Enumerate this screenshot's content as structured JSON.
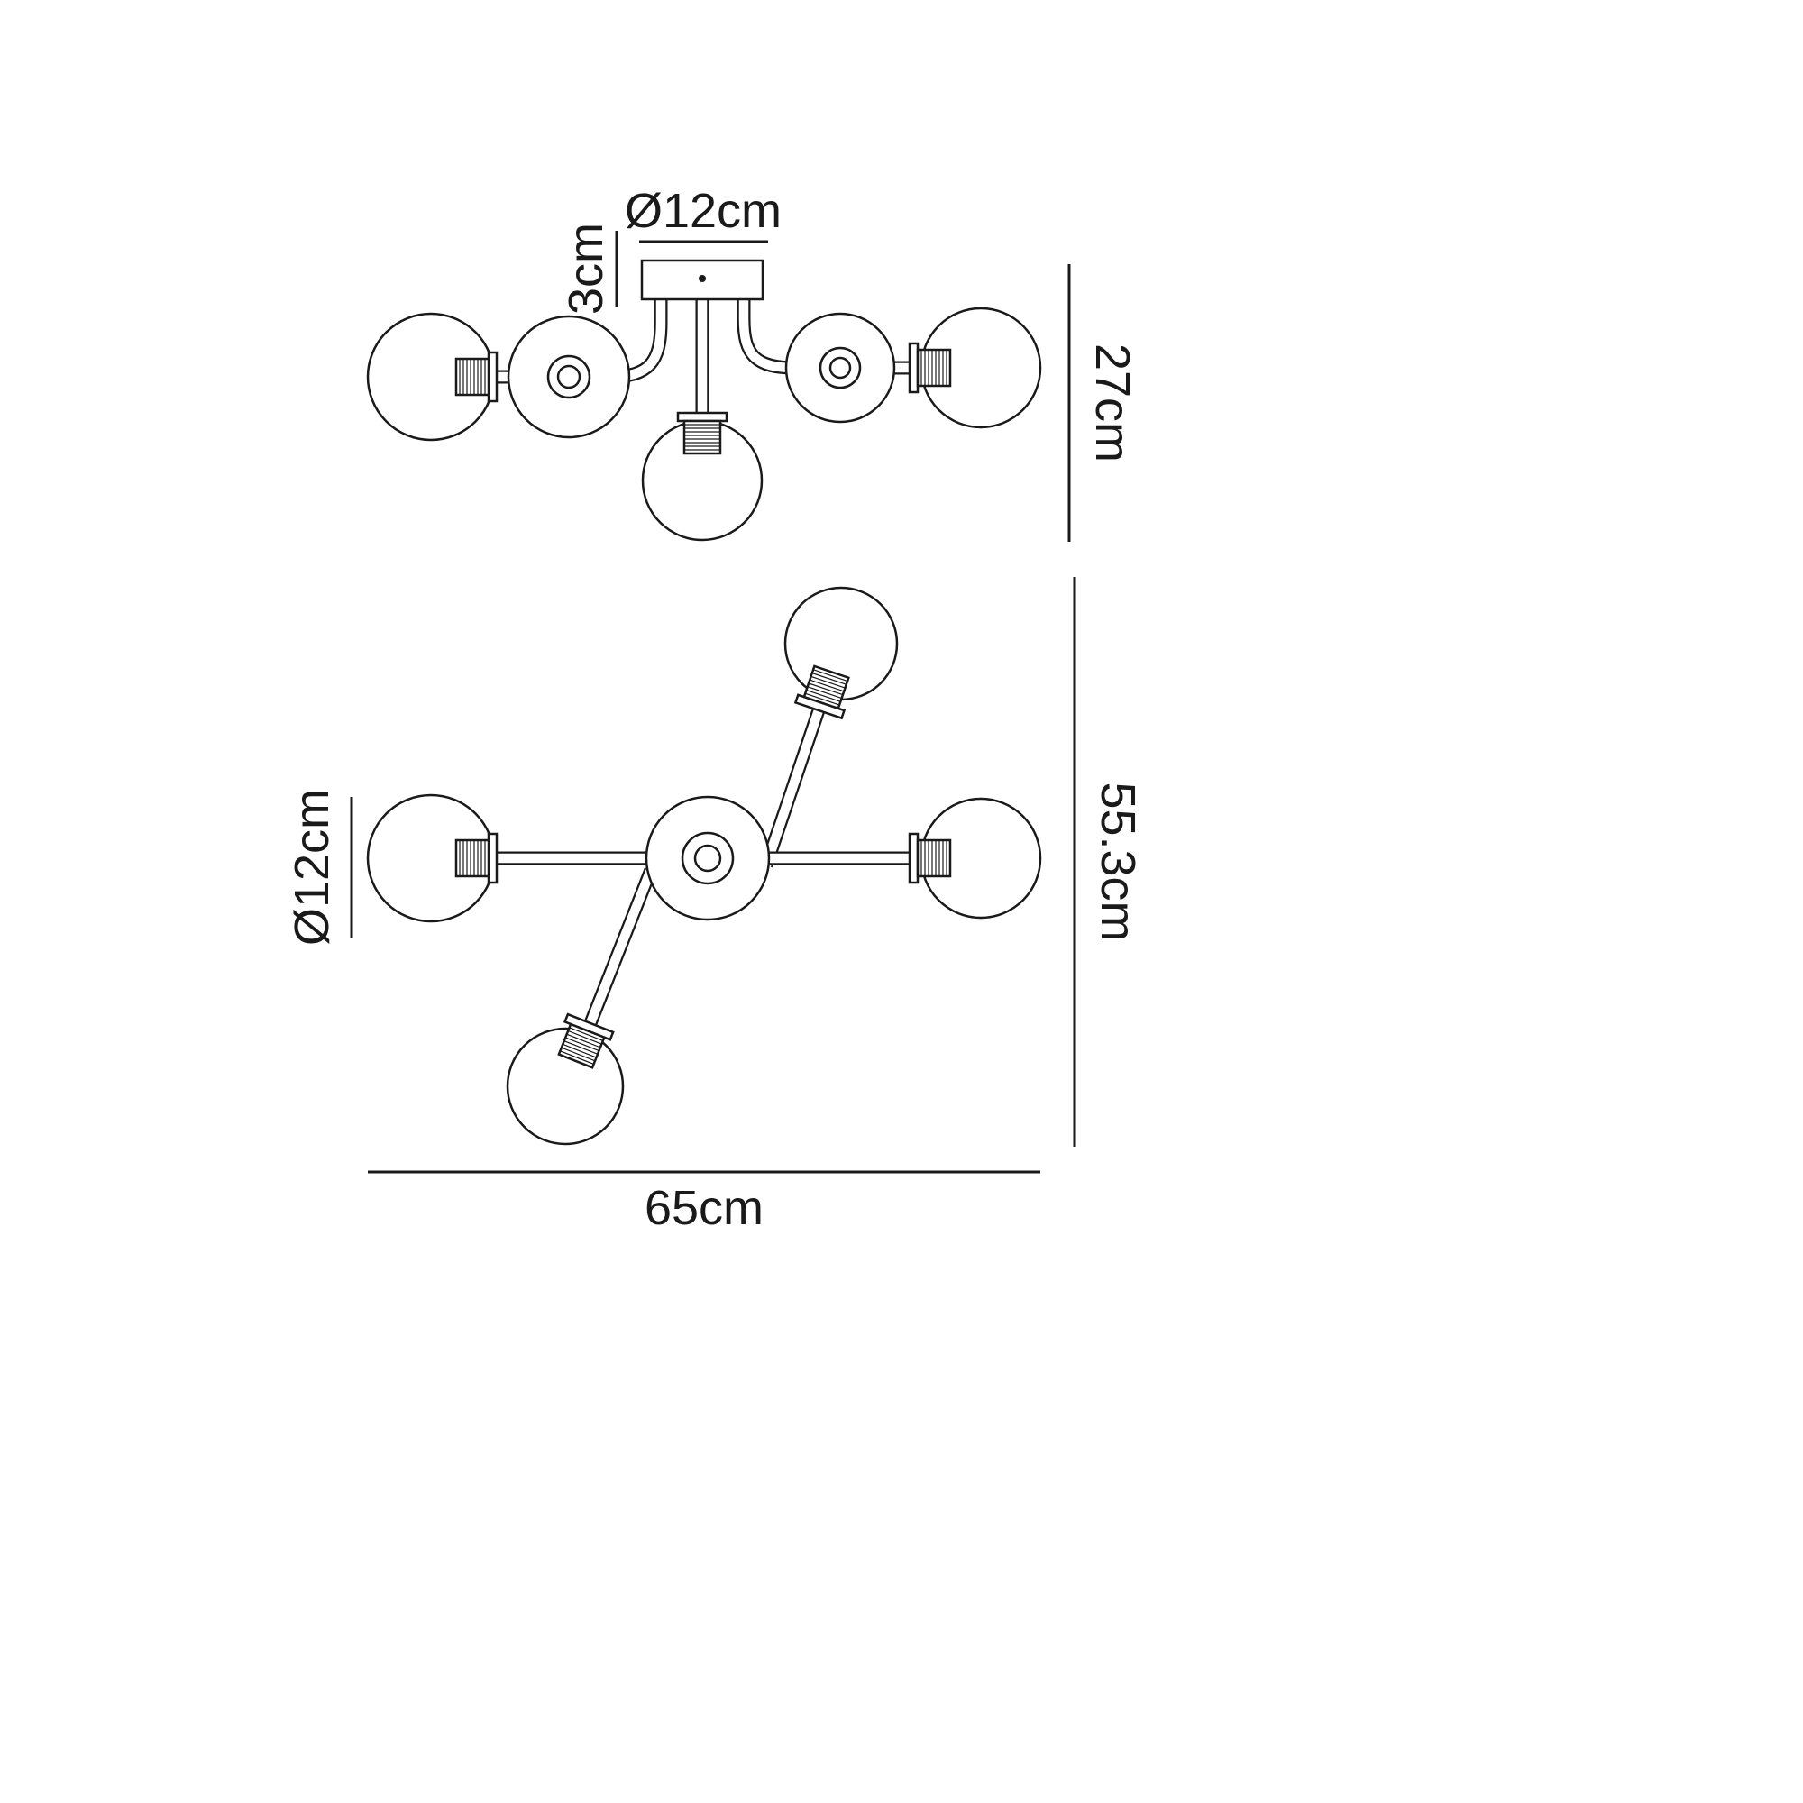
{
  "colors": {
    "line": "#1a1a1a",
    "background": "#ffffff"
  },
  "side_view": {
    "canopy_diameter": "Ø12cm",
    "canopy_height": "3cm",
    "overall_height": "27cm"
  },
  "plan_view": {
    "shade_diameter": "Ø12cm",
    "overall_depth": "55.3cm",
    "overall_width": "65cm"
  }
}
